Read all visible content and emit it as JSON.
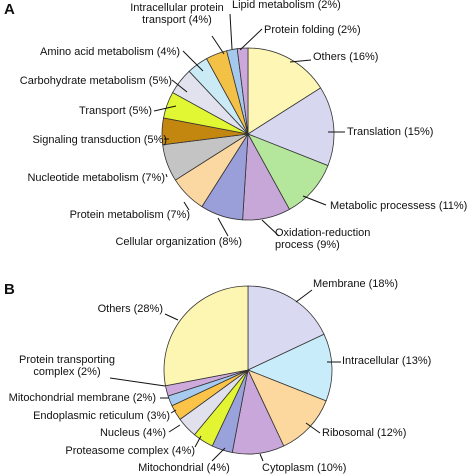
{
  "chart_data": [
    {
      "type": "pie",
      "panel": "A",
      "start": "clockwise-from-top",
      "slices": [
        {
          "label": "Others (16%)",
          "value": 16,
          "color": "#fdf6b4"
        },
        {
          "label": "Translation (15%)",
          "value": 15,
          "color": "#d7d7ef"
        },
        {
          "label": "Metabolic processess (11%)",
          "value": 11,
          "color": "#b4e79b"
        },
        {
          "label": "Oxidation-reduction process (9%)",
          "value": 9,
          "color": "#c7a6d8"
        },
        {
          "label": "Cellular organization (8%)",
          "value": 8,
          "color": "#9a9fd9"
        },
        {
          "label": "Protein metabolism (7%)",
          "value": 7,
          "color": "#fbd7a2"
        },
        {
          "label": "Nucleotide metabolism (7%)",
          "value": 7,
          "color": "#c4c4c4"
        },
        {
          "label": "Signaling transduction (5%)",
          "value": 5,
          "color": "#c3860f"
        },
        {
          "label": "Transport (5%)",
          "value": 5,
          "color": "#e2f733"
        },
        {
          "label": "Carbohydrate metabolism (5%)",
          "value": 5,
          "color": "#e2e2ef"
        },
        {
          "label": "Amino acid metabolism (4%)",
          "value": 4,
          "color": "#caeaf6"
        },
        {
          "label": "Intracellular protein transport (4%)",
          "value": 4,
          "color": "#f3c146"
        },
        {
          "label": "Lipid metabolism (2%)",
          "value": 2,
          "color": "#a5c9ec"
        },
        {
          "label": "Protein folding (2%)",
          "value": 2,
          "color": "#cca7da"
        }
      ]
    },
    {
      "type": "pie",
      "panel": "B",
      "start": "clockwise-from-top",
      "slices": [
        {
          "label": "Membrane (18%)",
          "value": 18,
          "color": "#d9d9f1"
        },
        {
          "label": "Intracellular (13%)",
          "value": 13,
          "color": "#c9ecfa"
        },
        {
          "label": "Ribosomal (12%)",
          "value": 12,
          "color": "#fcd79e"
        },
        {
          "label": "Cytoplasm (10%)",
          "value": 10,
          "color": "#c9a7da"
        },
        {
          "label": "Mitochondrial (4%)",
          "value": 4,
          "color": "#9aa2dc"
        },
        {
          "label": "Proteasome complex (4%)",
          "value": 4,
          "color": "#e3f532"
        },
        {
          "label": "Nucleus (4%)",
          "value": 4,
          "color": "#e1e1ee"
        },
        {
          "label": "Endoplasmic reticulum (3%)",
          "value": 3,
          "color": "#fbc449"
        },
        {
          "label": "Mitochondrial membrane (2%)",
          "value": 2,
          "color": "#a7cbee"
        },
        {
          "label": "Protein transporting complex (2%)",
          "value": 2,
          "color": "#cda9dc"
        },
        {
          "label": "Others (28%)",
          "value": 28,
          "color": "#fdf6b3"
        }
      ]
    }
  ]
}
